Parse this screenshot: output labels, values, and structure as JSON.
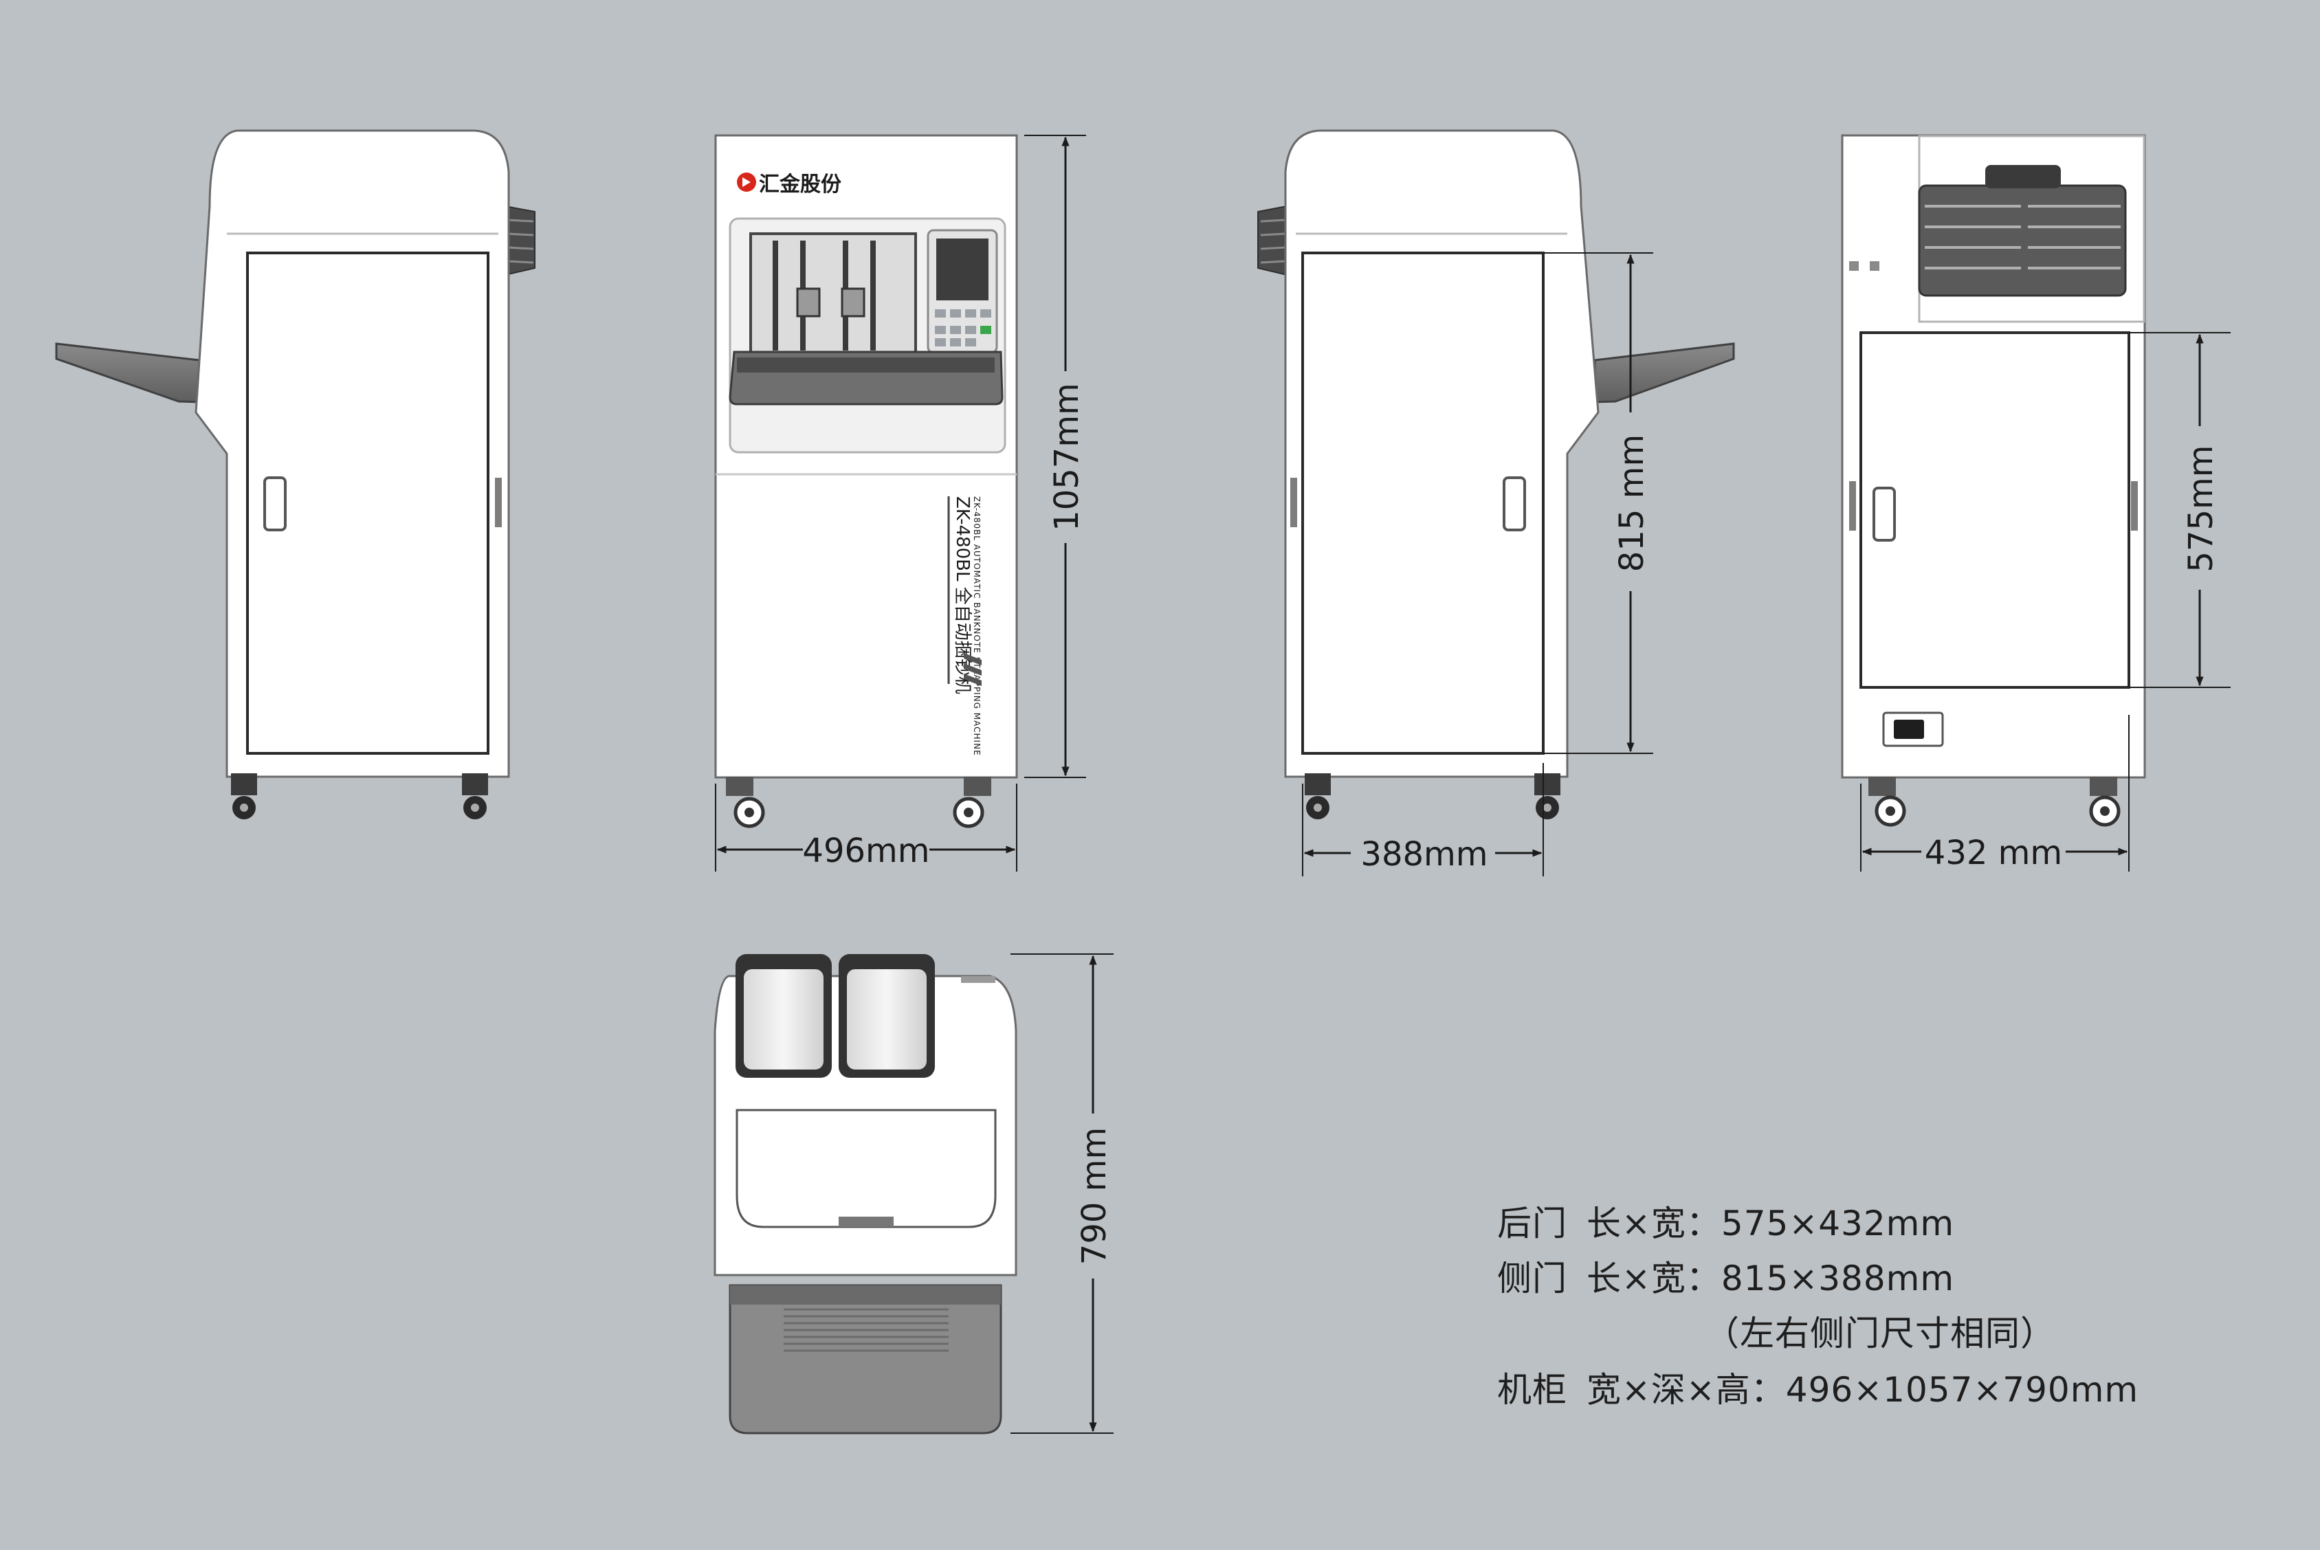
{
  "brand": {
    "logo_text": "汇金股份",
    "label_model": "ZK-480BL 全自动捆钞机",
    "label_english": "ZK-480BL AUTOMATIC BANKNOTE STRAPPING MACHINE"
  },
  "dimensions": {
    "front_width": "496mm",
    "front_height": "1057mm",
    "side_width": "388mm",
    "side_door_height": "815 mm",
    "rear_width": "432 mm",
    "rear_door_height": "575mm",
    "top_depth": "790 mm"
  },
  "specs": [
    {
      "label": "后门",
      "name": "长×宽：",
      "value": "575×432mm"
    },
    {
      "label": "侧门",
      "name": "长×宽：",
      "value": "815×388mm"
    },
    {
      "label": "",
      "name": "",
      "value": "（左右侧门尺寸相同）"
    },
    {
      "label": "机柜",
      "name": "宽×深×高：",
      "value": "496×1057×790mm"
    }
  ],
  "colors": {
    "background": "#bcc1c5",
    "cabinet": "#ffffff",
    "outline": "#2a2a2a",
    "tray": "#6f6f6f",
    "dark_metal": "#505050",
    "brand_red": "#d9261c"
  }
}
